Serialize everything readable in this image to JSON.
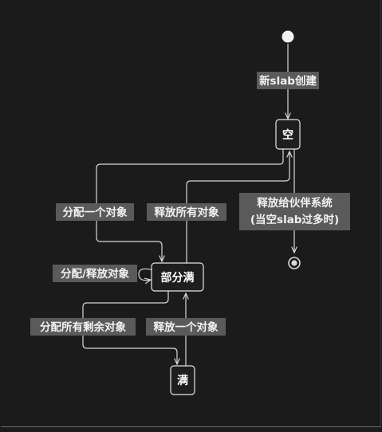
{
  "states": {
    "empty": "空",
    "partial": "部分满",
    "full": "满"
  },
  "transitions": {
    "create": "新slab创建",
    "alloc_one": "分配一个对象",
    "free_all": "释放所有对象",
    "alloc_free_self": "分配/释放对象",
    "alloc_remaining": "分配所有剩余对象",
    "free_one": "释放一个对象",
    "release_line1": "释放给伙伴系统",
    "release_line2": "(当空slab过多时)"
  },
  "colors": {
    "background": "#1b1b1b",
    "line": "#d9d9d9",
    "state_fill": "#1e1e1e",
    "state_border": "#e6e6e6",
    "label_bg": "#5a5a5a"
  }
}
